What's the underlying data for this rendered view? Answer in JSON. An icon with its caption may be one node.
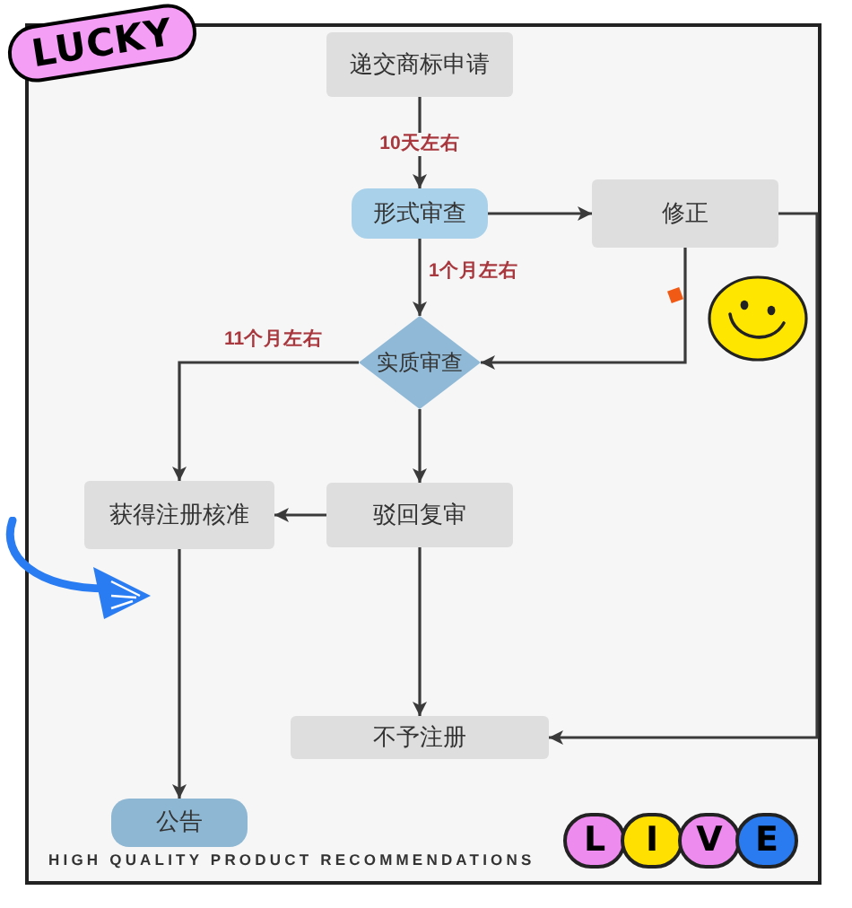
{
  "diagram": {
    "nodes": [
      {
        "text": [
          "LUCKY"
        ]
      },
      {
        "text": [
          "递交商标申请"
        ]
      },
      {
        "text": [
          "形式审查"
        ]
      },
      {
        "text": [
          "修正"
        ]
      },
      {
        "text": [
          "实质审查"
        ]
      },
      {
        "text": [
          "获得注册核准"
        ]
      },
      {
        "text": [
          "驳回复审"
        ]
      },
      {
        "text": [
          "不予注册"
        ]
      },
      {
        "text": [
          "公告"
        ]
      },
      {
        "text": [
          "L"
        ]
      },
      {
        "text": [
          "I"
        ]
      },
      {
        "text": [
          "V"
        ]
      },
      {
        "text": [
          "E"
        ]
      }
    ],
    "edges": [
      {
        "from": 1,
        "to": 2,
        "arrow": "to",
        "label": "10天左右"
      },
      {
        "from": 2,
        "to": 3,
        "arrow": "to"
      },
      {
        "from": 3,
        "to": 4,
        "arrow": "to"
      },
      {
        "from": 2,
        "to": 4,
        "arrow": "to",
        "label": "1个月左右"
      },
      {
        "from": 4,
        "to": 5,
        "arrow": "to",
        "label": "11个月左右"
      },
      {
        "from": 4,
        "to": 6,
        "arrow": "to"
      },
      {
        "from": 6,
        "to": 5,
        "arrow": "to"
      },
      {
        "from": 6,
        "to": 7,
        "arrow": "to"
      },
      {
        "from": 5,
        "to": 8,
        "arrow": "to"
      },
      {
        "from": 3,
        "to": 7,
        "arrow": "to"
      }
    ],
    "labels": [
      "HIGH QUALITY PRODUCT RECOMMENDATIONS"
    ]
  }
}
